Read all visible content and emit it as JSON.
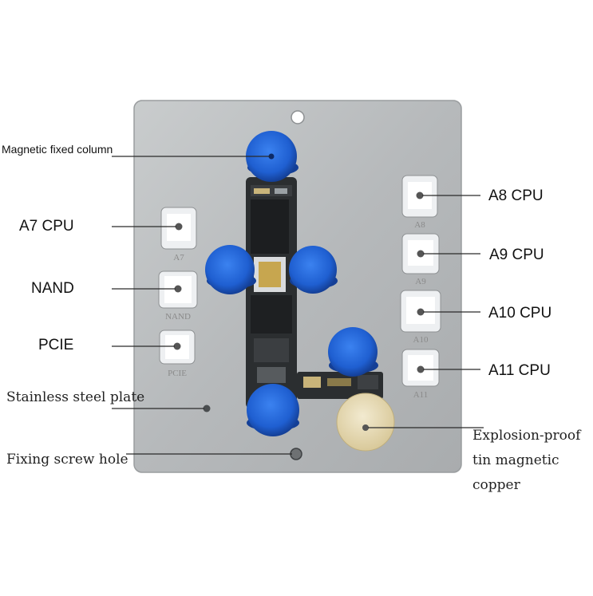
{
  "labels": {
    "magnetic_column": "Magnetic fixed column",
    "a7": "A7 CPU",
    "nand": "NAND",
    "pcie": "PCIE",
    "plate": "Stainless steel plate",
    "screw": "Fixing screw hole",
    "a8": "A8 CPU",
    "a9": "A9 CPU",
    "a10": "A10 CPU",
    "a11": "A11 CPU",
    "explosion_line1": "Explosion-proof",
    "explosion_line2": "tin magnetic",
    "explosion_line3": "copper"
  },
  "slots": {
    "left": [
      "A7",
      "NAND",
      "PCIE"
    ],
    "right": [
      "A8",
      "A9",
      "A10",
      "A11"
    ]
  },
  "colors": {
    "plate": "#b8bbbd",
    "magnet": "#1f5fd1",
    "copper": "#e8dcb4",
    "pcb": "#2b2e30"
  }
}
